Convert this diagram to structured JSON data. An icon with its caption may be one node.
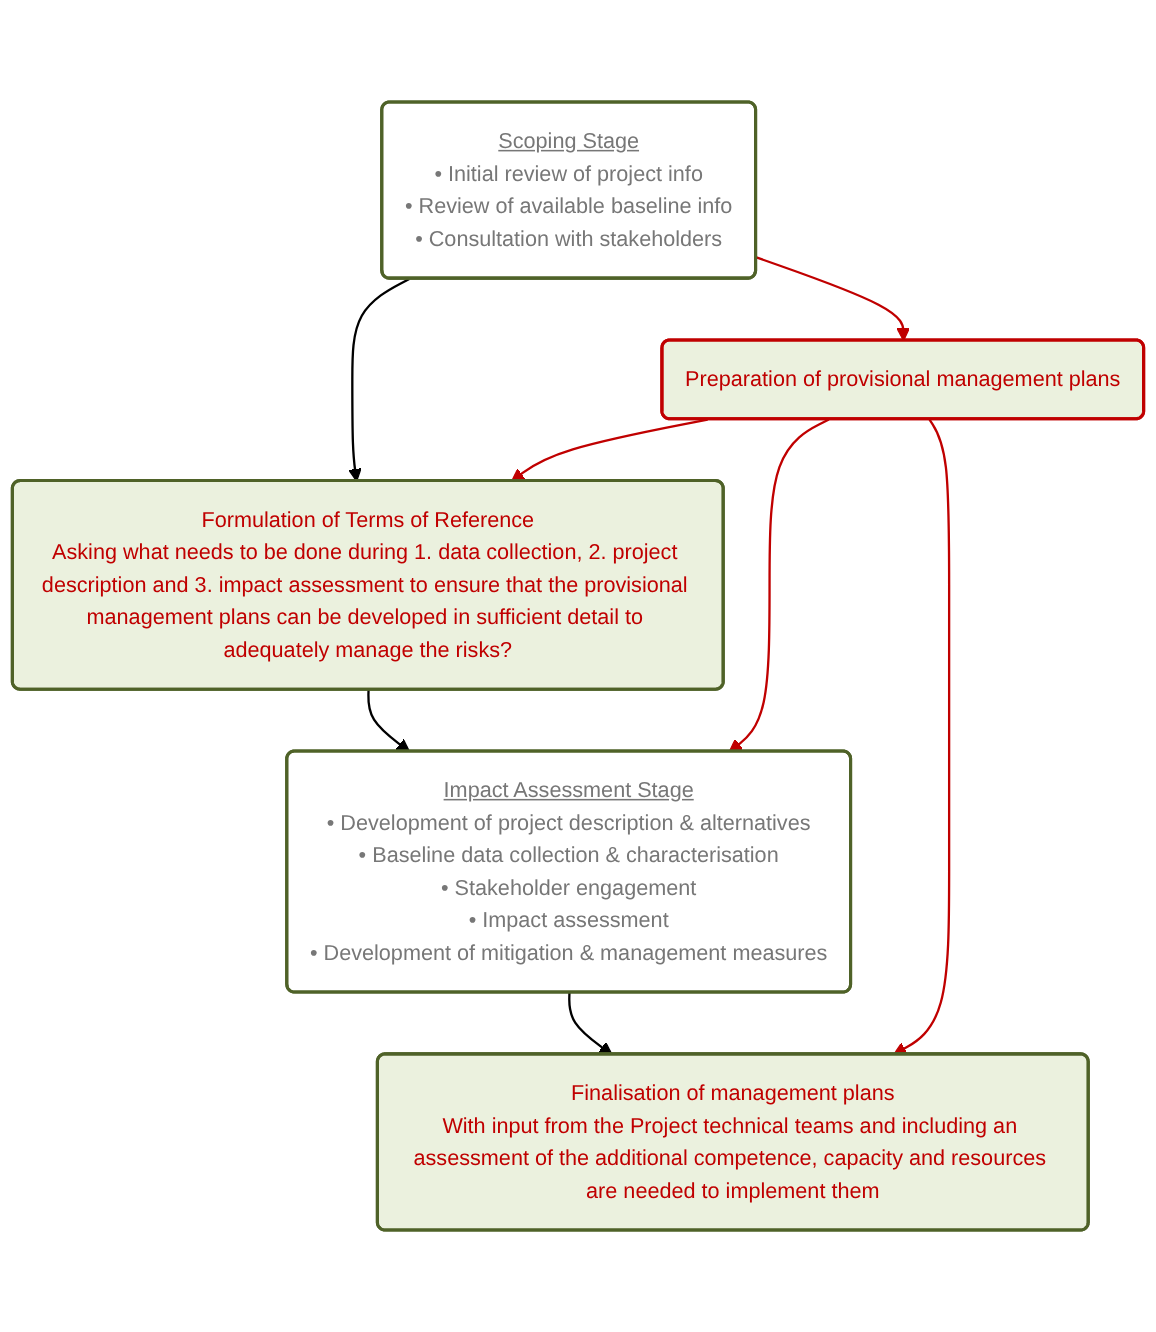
{
  "diagram": {
    "nodes": [
      {
        "text": [
          "Scoping Stage",
          "• Initial review of project info",
          "• Review of available baseline info",
          "• Consultation with stakeholders"
        ]
      },
      {
        "text": [
          "Preparation of provisional management plans"
        ]
      },
      {
        "text": [
          "Formulation of Terms of Reference",
          "Asking what needs to be done during 1. data collection, 2. project description and 3. impact assessment to ensure that the provisional management plans can be developed in sufficient detail to adequately manage the risks?"
        ]
      },
      {
        "text": [
          "Impact Assessment Stage",
          "• Development of project description & alternatives",
          "• Baseline data collection & characterisation",
          "• Stakeholder engagement",
          "• Impact assessment",
          "• Development of mitigation & management measures"
        ]
      },
      {
        "text": [
          "Finalisation of management plans",
          "With input from the Project technical teams and including an assessment of the additional competence, capacity and resources are needed to implement them"
        ]
      }
    ],
    "edges": [
      {
        "from": 0,
        "to": 2,
        "arrow": "to",
        "color": "#000000"
      },
      {
        "from": 0,
        "to": 1,
        "arrow": "to"
      },
      {
        "from": 1,
        "to": 2,
        "arrow": "to"
      },
      {
        "from": 2,
        "to": 3,
        "arrow": "to",
        "color": "#000000"
      },
      {
        "from": 1,
        "to": 3,
        "arrow": "to"
      },
      {
        "from": 1,
        "to": 4,
        "arrow": "to"
      },
      {
        "from": 3,
        "to": 4,
        "arrow": "to",
        "color": "#000000"
      }
    ]
  }
}
